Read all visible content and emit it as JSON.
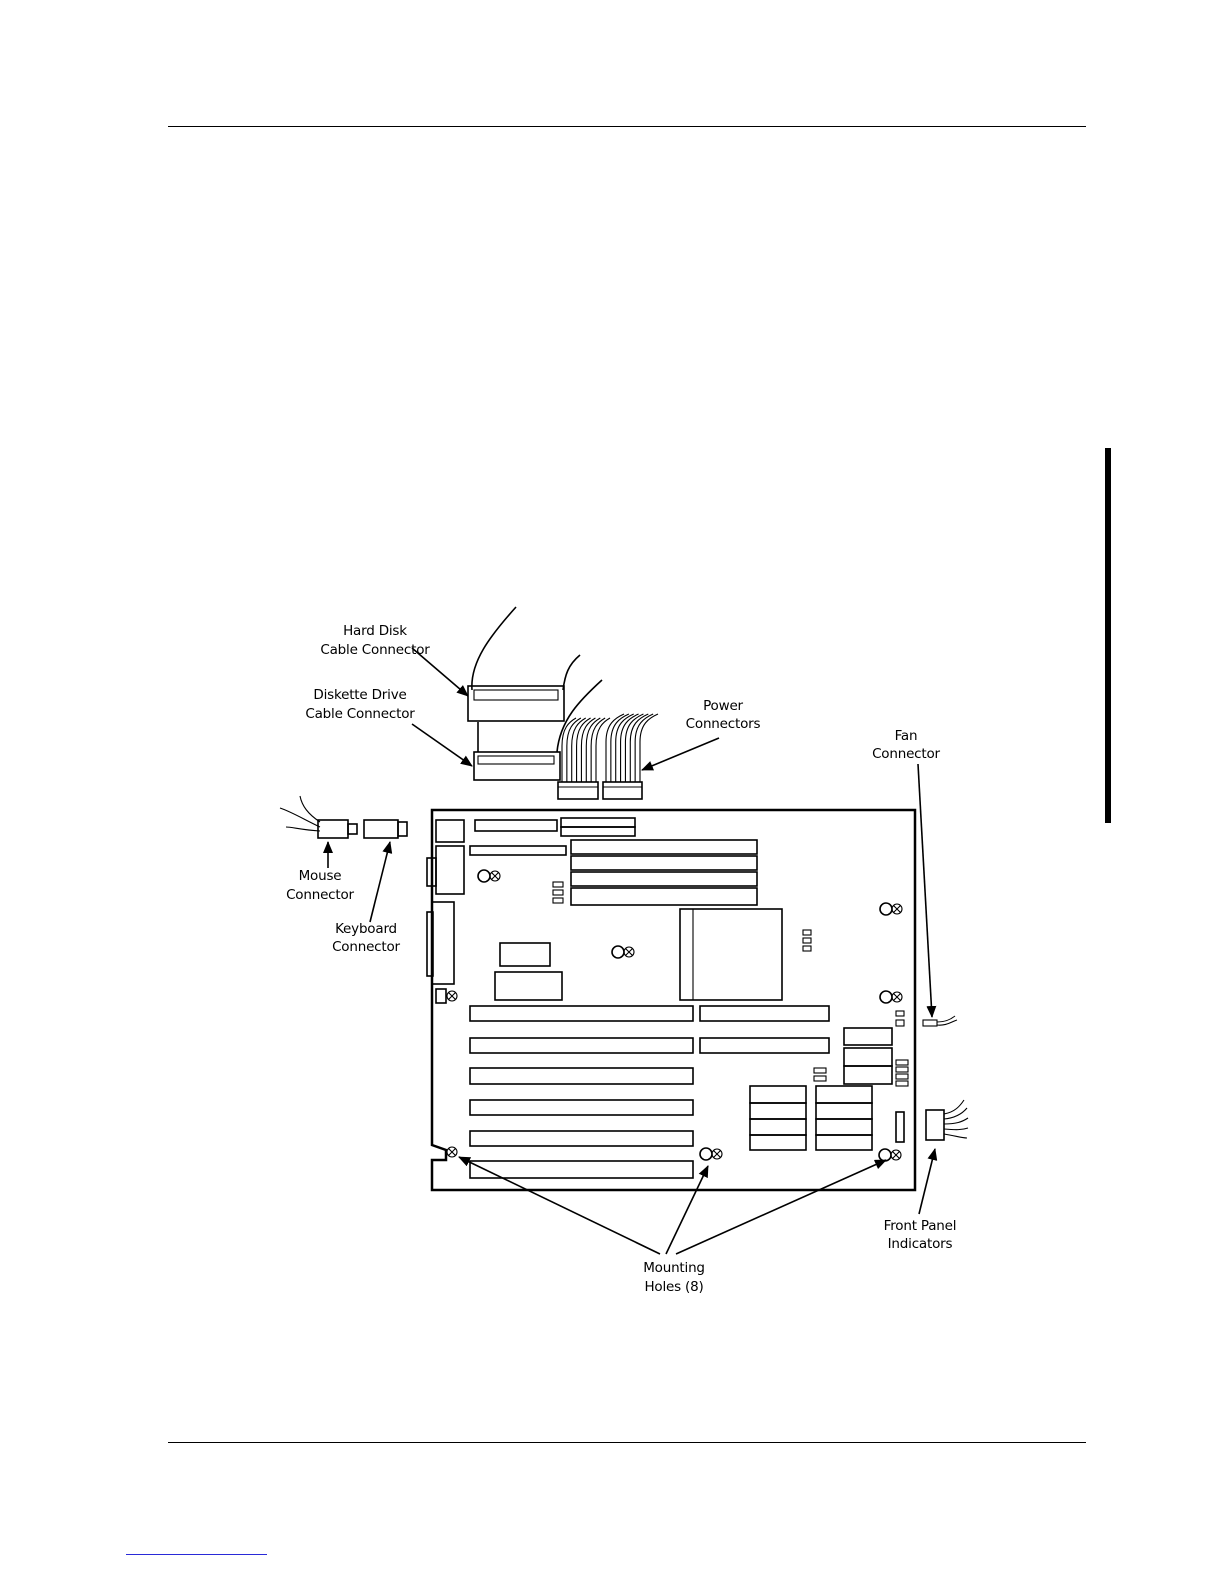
{
  "diagram": {
    "labels": {
      "hard_disk": [
        "Hard Disk",
        "Cable Connector"
      ],
      "diskette": [
        "Diskette Drive",
        "Cable Connector"
      ],
      "power": [
        "Power",
        "Connectors"
      ],
      "fan": [
        "Fan",
        "Connector"
      ],
      "mouse": [
        "Mouse",
        "Connector"
      ],
      "keyboard": [
        "Keyboard",
        "Connector"
      ],
      "front_panel": [
        "Front Panel",
        "Indicators"
      ],
      "mounting_holes": [
        "Mounting",
        "Holes (8)"
      ]
    }
  }
}
